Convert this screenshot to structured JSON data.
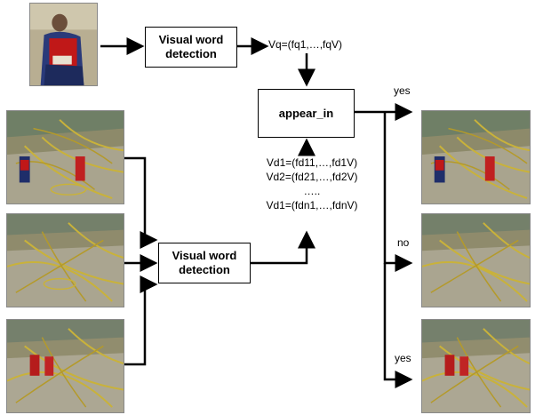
{
  "boxes": {
    "query_detection": "Visual word\ndetection",
    "db_detection": "Visual word\ndetection",
    "appear_in": "appear_in"
  },
  "query_vector": "Vq=(fq1,…,fqV)",
  "db_vectors": [
    "Vd1=(fd11,…,fd1V)",
    "Vd2=(fd21,…,fd2V)",
    "…..",
    "Vd1=(fdn1,…,fdnV)"
  ],
  "outputs": [
    "yes",
    "no",
    "yes"
  ],
  "images": {
    "query": "person-query-image",
    "database": [
      "corridor-frame-1",
      "corridor-frame-2",
      "corridor-frame-3"
    ],
    "results": [
      "result-frame-1",
      "result-frame-2",
      "result-frame-3"
    ]
  },
  "colors": {
    "line": "#000000",
    "box_border": "#000000"
  }
}
